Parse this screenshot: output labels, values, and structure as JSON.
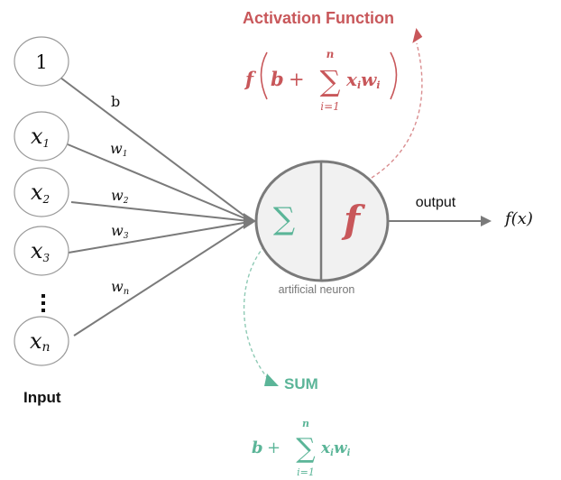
{
  "colors": {
    "red": "#c8575a",
    "green": "#5bb598",
    "gray_line": "#777777",
    "node_stroke": "#8a8a8a",
    "neuron_fill": "#f1f1f1",
    "text": "#111111"
  },
  "inputs": {
    "title": "Input",
    "nodes": [
      {
        "main": "1",
        "sub": ""
      },
      {
        "main": "x",
        "sub": "1"
      },
      {
        "main": "x",
        "sub": "2"
      },
      {
        "main": "x",
        "sub": "3"
      },
      {
        "main": "x",
        "sub": "n"
      }
    ],
    "ellipsis": "⋮"
  },
  "weights": [
    {
      "main": "b",
      "sub": ""
    },
    {
      "main": "w",
      "sub": "1"
    },
    {
      "main": "w",
      "sub": "2"
    },
    {
      "main": "w",
      "sub": "3"
    },
    {
      "main": "w",
      "sub": "n"
    }
  ],
  "neuron": {
    "label": "artificial neuron",
    "sum_symbol": "∑",
    "func_symbol": "f"
  },
  "output": {
    "label": "output",
    "value": "f(x)"
  },
  "activation": {
    "title": "Activation Function",
    "formula": {
      "f": "f",
      "b": "b",
      "plus": "+",
      "sigma": "∑",
      "upper": "n",
      "lower": "i=1",
      "term_x": "x",
      "term_w": "w",
      "idx": "i"
    }
  },
  "sum": {
    "title": "SUM",
    "formula": {
      "b": "b",
      "plus": "+",
      "sigma": "∑",
      "upper": "n",
      "lower": "i=1",
      "term_x": "x",
      "term_w": "w",
      "idx": "i"
    }
  }
}
